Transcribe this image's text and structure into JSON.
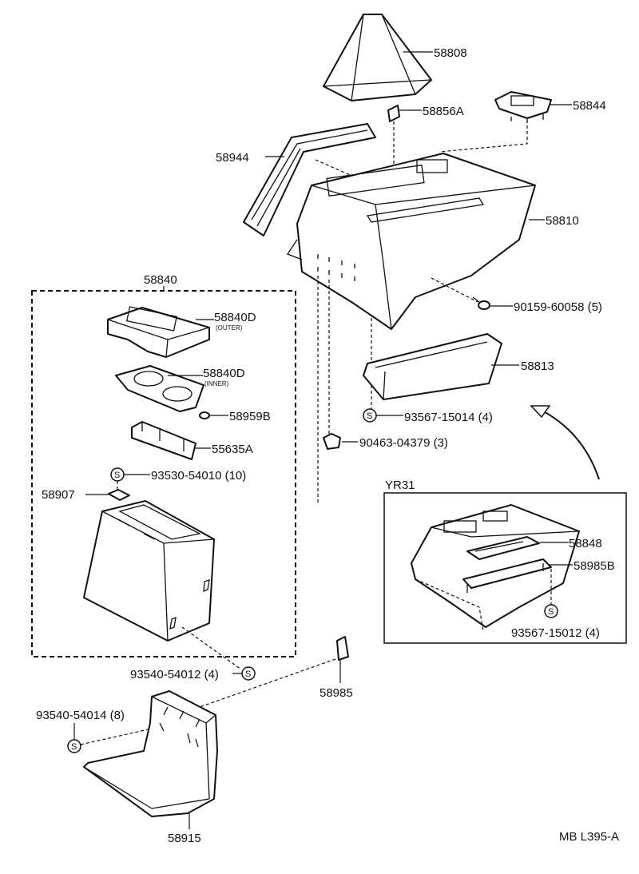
{
  "diagram": {
    "code": "MB L395-A",
    "variant": "YR31",
    "screw_symbol": "S",
    "parts": {
      "p58808": "58808",
      "p58856A": "58856A",
      "p58844": "58844",
      "p58944": "58944",
      "p58810": "58810",
      "p58840": "58840",
      "p58840D_outer": "58840D",
      "p58840D_outer_note": "(OUTER)",
      "p58840D_inner": "58840D",
      "p58840D_inner_note": "(INNER)",
      "p58959B": "58959B",
      "p55635A": "55635A",
      "p93530": "93530-54010 (10)",
      "p58907": "58907",
      "p90159": "90159-60058 (5)",
      "p58813": "58813",
      "p93567_15014": "93567-15014 (4)",
      "p90463": "90463-04379 (3)",
      "p58848": "58848",
      "p58985B": "58985B",
      "p93567_15012": "93567-15012 (4)",
      "p93540_54012": "93540-54012 (4)",
      "p58985": "58985",
      "p93540_54014": "93540-54014 (8)",
      "p58915": "58915"
    }
  }
}
